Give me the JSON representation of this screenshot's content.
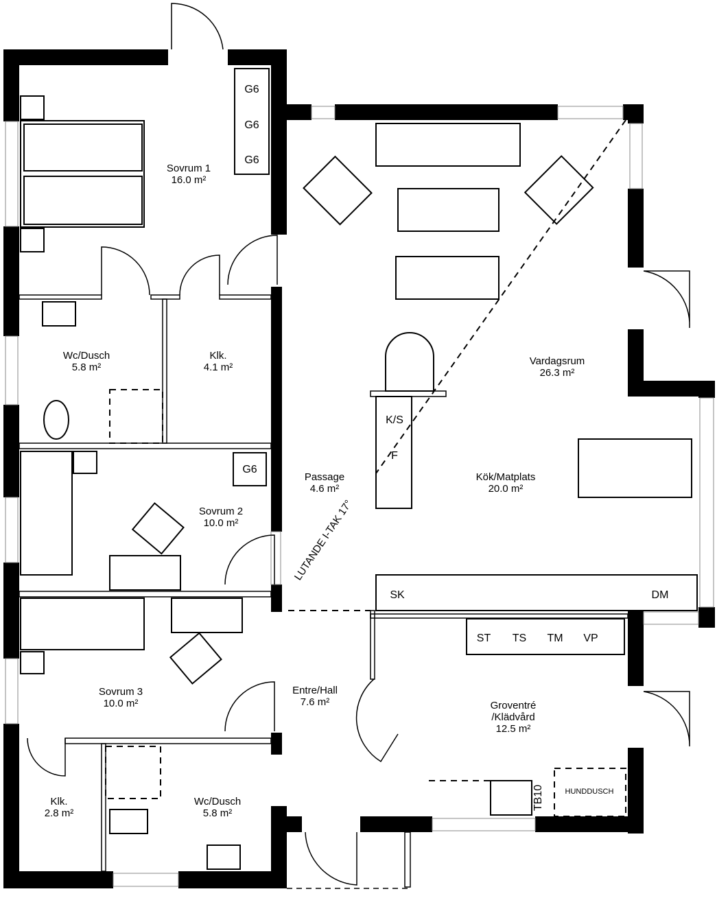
{
  "rooms": [
    {
      "name": "Sovrum 1",
      "area": "16.0 m²"
    },
    {
      "name": "Wc/Dusch",
      "area": "5.8 m²"
    },
    {
      "name": "Klk.",
      "area": "4.1 m²"
    },
    {
      "name": "Sovrum 2",
      "area": "10.0 m²"
    },
    {
      "name": "Sovrum 3",
      "area": "10.0 m²"
    },
    {
      "name": "Klk.",
      "area": "2.8 m²"
    },
    {
      "name": "Wc/Dusch",
      "area": "5.8 m²"
    },
    {
      "name": "Passage",
      "area": "4.6 m²"
    },
    {
      "name": "Kök/Matplats",
      "area": "20.0 m²"
    },
    {
      "name": "Vardagsrum",
      "area": "26.3 m²"
    },
    {
      "name": "Entre/Hall",
      "area": "7.6 m²"
    },
    {
      "name": "Groventré",
      "name2": "/Klädvård",
      "area": "12.5 m²"
    }
  ],
  "appliances": {
    "wardrobe": "G6",
    "fridge": "K/S",
    "freezer": "F",
    "sink": "SK",
    "dishwasher": "DM",
    "st": "ST",
    "ts": "TS",
    "tm": "TM",
    "vp": "VP",
    "tb": "TB10",
    "dogshower": "HUNDDUSCH"
  },
  "annotation": "LUTANDE I-TAK 17°",
  "colors": {
    "wall": "#000000",
    "background": "#ffffff"
  }
}
